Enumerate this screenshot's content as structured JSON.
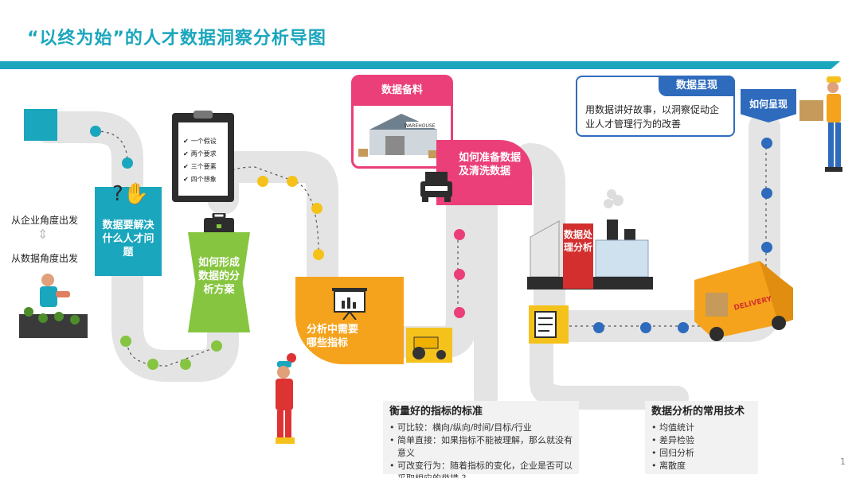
{
  "title": "“以终为始”的人才数据洞察分析导图",
  "colors": {
    "teal": "#1aa6bd",
    "green": "#86c540",
    "orange": "#f5a31c",
    "pink": "#ea3f78",
    "blue": "#2f6bbd",
    "road": "#e4e4e4"
  },
  "left_labels": {
    "enterprise": "从企业角度出发",
    "data": "从数据角度出发"
  },
  "stages": {
    "s1": "数据要解决什么人才问题",
    "s2": "如何形成数据的分析方案",
    "s3": "分析中需要哪些指标",
    "s4": "如何准备数据及清洗数据",
    "s5": "数据处理分析",
    "s6": "如何呈现"
  },
  "clipboard": {
    "items": [
      "一个假设",
      "两个要求",
      "三个要素",
      "四个想象"
    ]
  },
  "data_prep": {
    "title": "数据备料",
    "warehouse_sign": "WAREHOUSE"
  },
  "data_presentation": {
    "title": "数据呈现",
    "body": "用数据讲好故事，以洞察促动企业人才管理行为的改善"
  },
  "truck_sign": "DELIVERY",
  "indicator_box": {
    "title": "衡量好的指标的标准",
    "items": [
      "可比较：横向/纵向/时间/目标/行业",
      "简单直接：如果指标不能被理解，那么就没有意义",
      "可改变行为：随着指标的变化，企业是否可以采取相应的举措 ？"
    ]
  },
  "technique_box": {
    "title": "数据分析的常用技术",
    "items": [
      "均值统计",
      "差异检验",
      "回归分析",
      "离散度"
    ]
  },
  "page_number": "1"
}
